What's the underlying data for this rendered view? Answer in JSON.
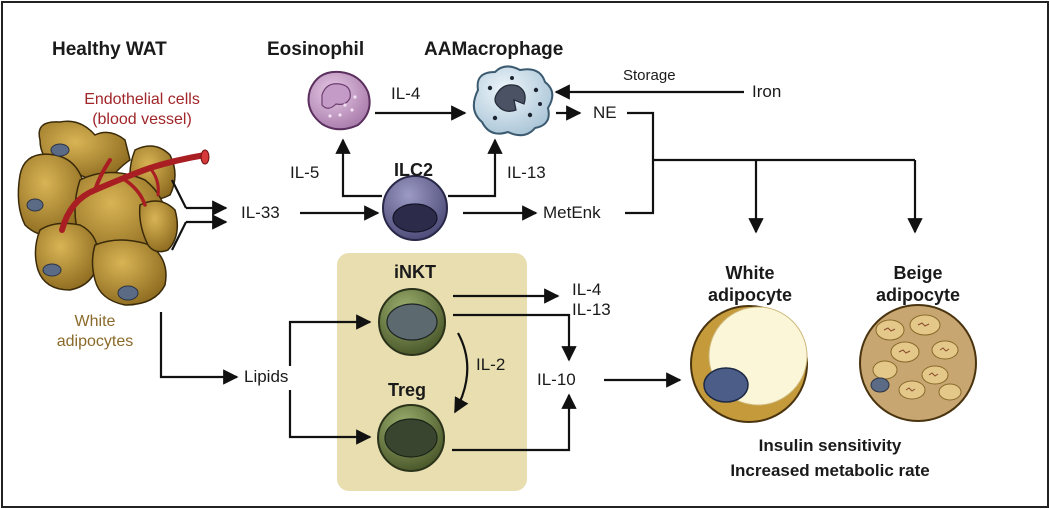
{
  "title": "Healthy WAT",
  "endothelial": [
    "Endothelial cells",
    "(blood vessel)"
  ],
  "white_adipocytes_label": [
    "White",
    "adipocytes"
  ],
  "cells": {
    "eosinophil": "Eosinophil",
    "aamacrophage": "AAMacrophage",
    "ilc2": "ILC2",
    "inkt": "iNKT",
    "treg": "Treg",
    "white_adipocyte": [
      "White",
      "adipocyte"
    ],
    "beige_adipocyte": [
      "Beige",
      "adipocyte"
    ]
  },
  "mediators": {
    "il4_top": "IL-4",
    "il5": "IL-5",
    "il13_top": "IL-13",
    "il33": "IL-33",
    "metenk": "MetEnk",
    "ne": "NE",
    "storage": "Storage",
    "iron": "Iron",
    "lipids": "Lipids",
    "il4_il13": [
      "IL-4",
      "IL-13"
    ],
    "il2": "IL-2",
    "il10": "IL-10"
  },
  "outcome": [
    "Insulin sensitivity",
    "Increased metabolic rate"
  ],
  "colors": {
    "endothelial_text": "#a0262a",
    "adipocyte_text": "#8a6a2a",
    "adipocyte_fill": "#b08a33",
    "ilc2_fill": "#6b6a96",
    "lymphocyte_fill": "#6f7f4a",
    "box_fill": "#e8deb0",
    "vessel": "#a81e22"
  }
}
